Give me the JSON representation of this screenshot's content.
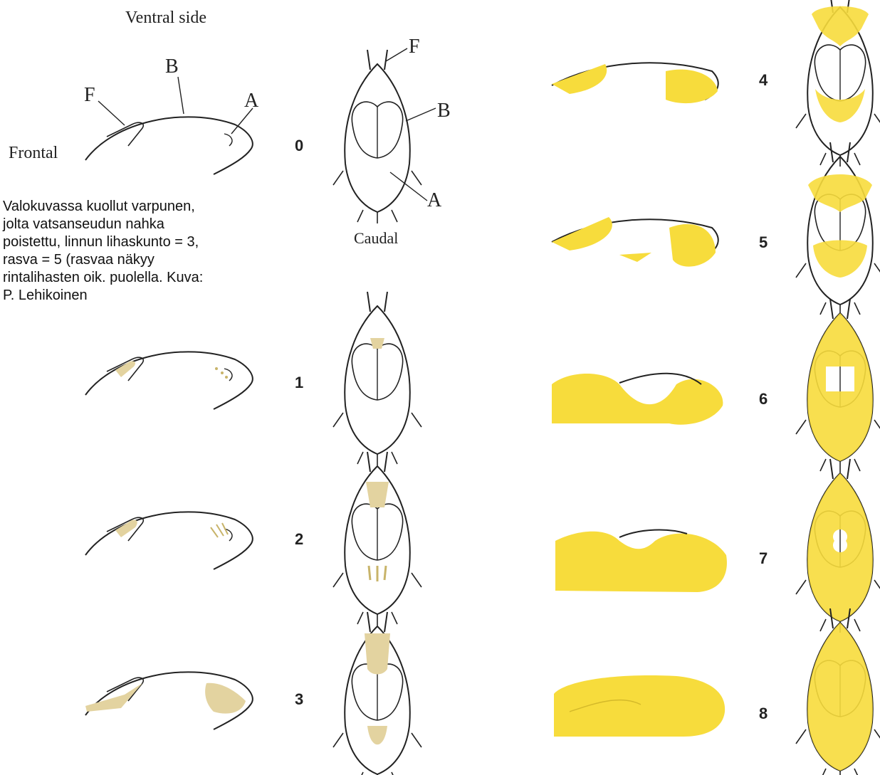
{
  "labels": {
    "ventral_side": "Ventral side",
    "frontal": "Frontal",
    "caudal": "Caudal",
    "F": "F",
    "B": "B",
    "A": "A"
  },
  "caption": "Valokuvassa kuollut varpunen, jolta vatsanseudun nahka poistettu, linnun lihaskunto = 3, rasva = 5 (rasvaa näkyy rintalihasten oik. puolella. Kuva: P. Lehikoinen",
  "scores": [
    "0",
    "1",
    "2",
    "3",
    "4",
    "5",
    "6",
    "7",
    "8"
  ],
  "colors": {
    "fat_fill_bright": "#f7dc3c",
    "fat_fill_pale": "#e3d3a0",
    "outline": "#222222"
  }
}
